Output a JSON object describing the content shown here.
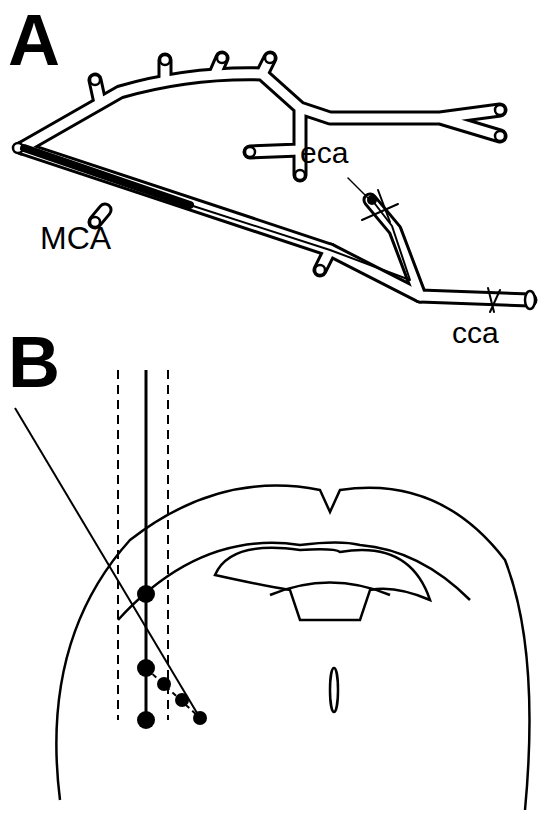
{
  "diagram": {
    "labels": [
      "A",
      "MCA",
      "eca",
      "cca",
      "B"
    ]
  }
}
